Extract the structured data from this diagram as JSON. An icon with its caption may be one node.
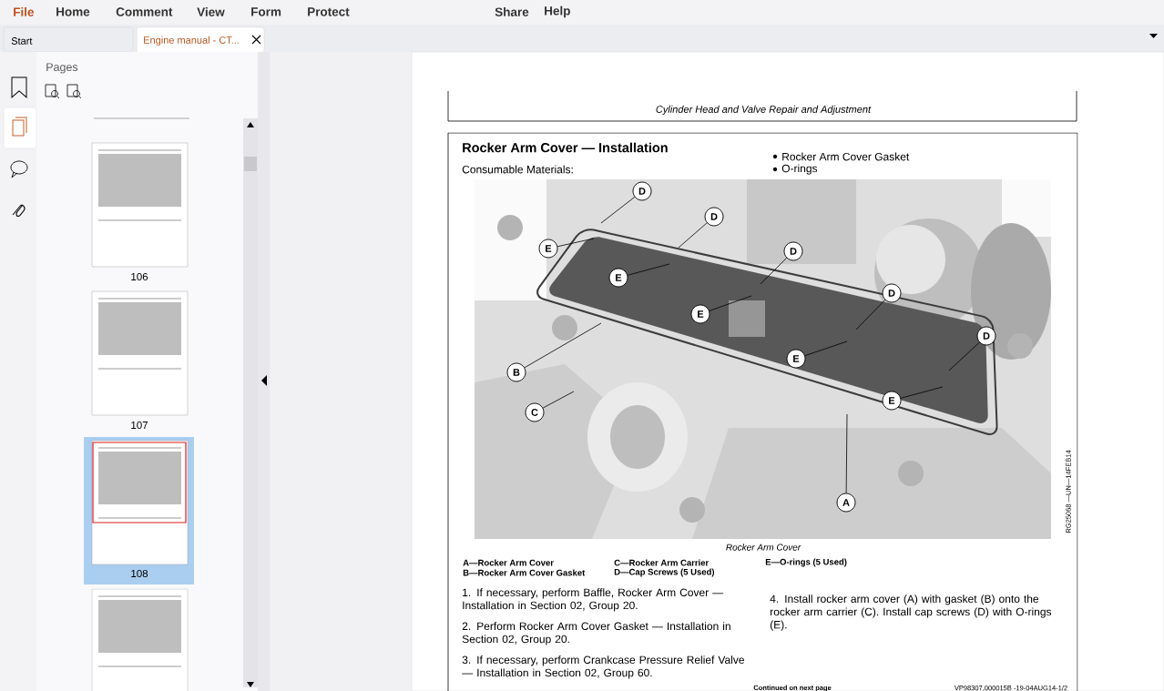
{
  "diagram": {
    "title": "Rocker Arm Cover — Installation",
    "caption": "Rocker Arm Cover",
    "nodes": [
      {
        "text": [
          "D"
        ]
      },
      {
        "text": [
          "D"
        ]
      },
      {
        "text": [
          "D"
        ]
      },
      {
        "text": [
          "D"
        ]
      },
      {
        "text": [
          "D"
        ]
      },
      {
        "text": [
          "E"
        ]
      },
      {
        "text": [
          "E"
        ]
      },
      {
        "text": [
          "E"
        ]
      },
      {
        "text": [
          "E"
        ]
      },
      {
        "text": [
          "E"
        ]
      },
      {
        "text": [
          "B"
        ]
      },
      {
        "text": [
          "C"
        ]
      },
      {
        "text": [
          "A"
        ]
      }
    ],
    "edges": [
      {
        "from": 0,
        "to": null,
        "arrow": "none"
      },
      {
        "from": 1,
        "to": null,
        "arrow": "none"
      },
      {
        "from": 2,
        "to": null,
        "arrow": "none"
      },
      {
        "from": 3,
        "to": null,
        "arrow": "none"
      },
      {
        "from": 4,
        "to": null,
        "arrow": "none"
      },
      {
        "from": 5,
        "to": null,
        "arrow": "none"
      },
      {
        "from": 6,
        "to": null,
        "arrow": "none"
      },
      {
        "from": 7,
        "to": null,
        "arrow": "none"
      },
      {
        "from": 8,
        "to": null,
        "arrow": "none"
      },
      {
        "from": 9,
        "to": null,
        "arrow": "none"
      },
      {
        "from": 10,
        "to": null,
        "arrow": "none"
      },
      {
        "from": 11,
        "to": null,
        "arrow": "none"
      },
      {
        "from": 12,
        "to": null,
        "arrow": "none"
      }
    ],
    "labels": [
      "File",
      "Home",
      "Comment",
      "View",
      "Form",
      "Protect",
      "Share",
      "Help",
      "Start",
      "Engine manual - CT...",
      "Pages",
      "106",
      "107",
      "108",
      "Cylinder Head and Valve Repair and Adjustment",
      "Consumable Materials:",
      "Rocker Arm Cover Gasket",
      "O-rings",
      "RG25068 —UN—14FEB14",
      "A—Rocker Arm Cover",
      "C—Rocker Arm Carrier",
      "E—O-rings (5 Used)",
      "B—Rocker Arm Cover Gasket",
      "D—Cap Screws (5 Used)",
      "1. If necessary, perform Baffle, Rocker Arm Cover — Installation in Section 02, Group 20.",
      "4. Install rocker arm cover (A) with gasket (B) onto the rocker arm carrier (C). Install cap screws (D) with O-rings (E).",
      "2. Perform Rocker Arm Cover Gasket — Installation in Section 02, Group 20.",
      "3. If necessary, perform Crankcase Pressure Relief Valve — Installation in Section 02, Group 60.",
      "Continued on next page",
      "VP98307,000015B -19-04AUG14-1/2"
    ]
  }
}
